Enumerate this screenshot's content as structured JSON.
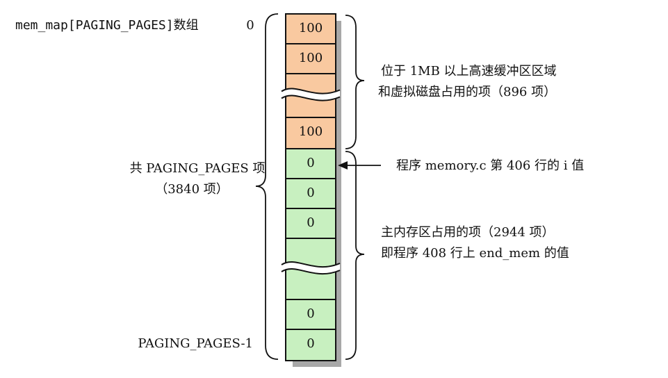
{
  "array_label": "mem_map[PAGING_PAGES]数组",
  "first_index": "0",
  "last_index": "PAGING_PAGES-1",
  "total": {
    "line1": "共 PAGING_PAGES 项",
    "line2": "（3840 项）"
  },
  "cells": [
    {
      "value": "100",
      "region": "buffer"
    },
    {
      "value": "100",
      "region": "buffer"
    },
    {
      "value": "",
      "region": "buffer",
      "gap": true
    },
    {
      "value": "100",
      "region": "buffer"
    },
    {
      "value": "0",
      "region": "main"
    },
    {
      "value": "0",
      "region": "main"
    },
    {
      "value": "0",
      "region": "main"
    },
    {
      "value": "",
      "region": "main",
      "gap": true
    },
    {
      "value": "0",
      "region": "main"
    },
    {
      "value": "0",
      "region": "main"
    }
  ],
  "upper_note": {
    "line1": "位于 1MB 以上高速缓冲区区域",
    "line2": "和虚拟磁盘占用的项（896 项）"
  },
  "pointer_note": "程序 memory.c 第 406 行的 i 值",
  "lower_note": {
    "line1": "主内存区占用的项（2944 项）",
    "line2": "即程序 408 行上 end_mem 的值"
  },
  "colors": {
    "buffer": "#f9c9a0",
    "main": "#c8f0c0",
    "shadow": "#a8a8a8",
    "border": "#111111"
  }
}
